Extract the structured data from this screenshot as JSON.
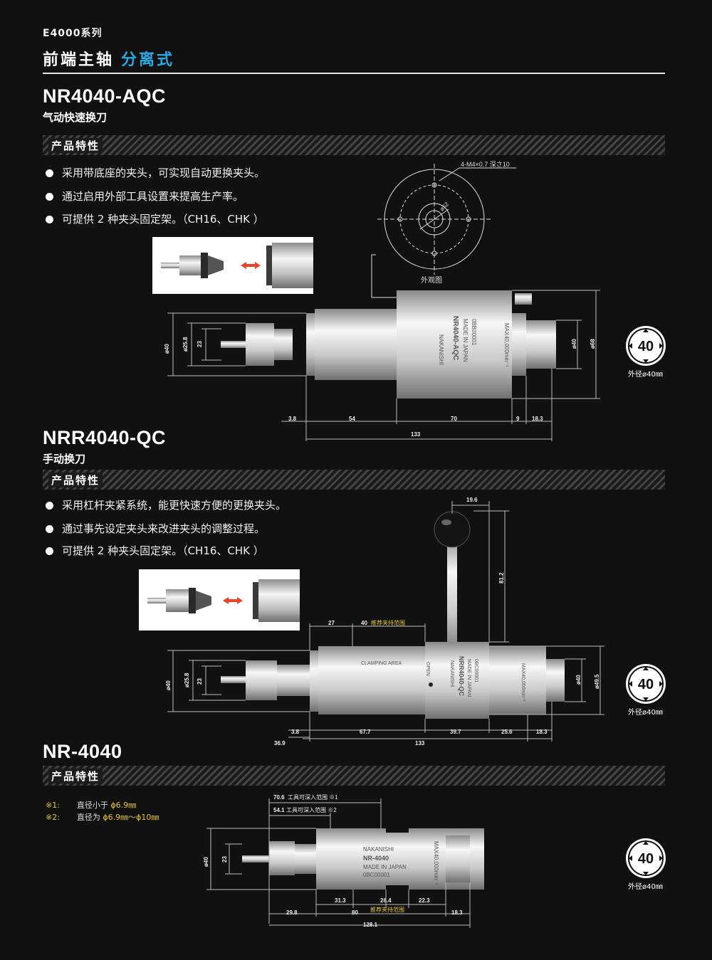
{
  "header": {
    "series": "E4000系列",
    "title": "前端主轴",
    "title_accent": "分离式"
  },
  "products": [
    {
      "model": "NR4040-AQC",
      "subtitle": "气动快速换刀",
      "features_title": "产品特性",
      "features": [
        "采用带底座的夹头，可实现自动更换夹头。",
        "通过启用外部工具设置来提高生产率。",
        "可提供 2 种夹头固定架。（CH16、CHK ）"
      ],
      "drawing": {
        "top_note": "4-M4×0.7 深さ10",
        "circle_dim": "ø52",
        "view_label": "外观图",
        "body_marks": [
          "NAKANISHI",
          "NR4040-AQC",
          "MADE IN JAPAN",
          "0BB00001",
          "MAX40,000min⁻¹"
        ],
        "dims": {
          "d40": "ø40",
          "d25_8": "ø25.8",
          "d23": "23",
          "d40r": "ø40",
          "d68": "ø68",
          "a": "3.8",
          "b": "54",
          "c": "70",
          "d": "9",
          "e": "18.3",
          "total": "133"
        }
      },
      "badge": {
        "value": "40",
        "caption": "外径ø40㎜"
      }
    },
    {
      "model": "NRR4040-QC",
      "subtitle": "手动换刀",
      "features_title": "产品特性",
      "features": [
        "采用杠杆夹紧系统，能更快速方便的更换夹头。",
        "通过事先设定夹头来改进夹头的调整过程。",
        "可提供 2 种夹头固定架。（CH16、CHK ）"
      ],
      "drawing": {
        "body_marks": [
          "NAKANISHI",
          "NRR4040-QC",
          "MADE IN JAPAN",
          "0BC00001",
          "MAX40,000min⁻¹",
          "CLAMPING AREA",
          "OPEN"
        ],
        "dims": {
          "lever_w": "19.6",
          "lever_h": "81.2",
          "top_a": "27",
          "top_b": "40",
          "top_b_note": "推荐夹持范围",
          "d40": "ø40",
          "d25_8": "ø25.8",
          "d23": "23",
          "d40r": "ø40",
          "d49_5": "ø49.5",
          "a": "3.8",
          "b": "67.7",
          "c": "39.7",
          "d": "25.6",
          "e": "18.3",
          "f": "36.9",
          "total": "133"
        }
      },
      "badge": {
        "value": "40",
        "caption": "外径ø40㎜"
      }
    },
    {
      "model": "NR-4040",
      "features_title": "产品特性",
      "notes": [
        {
          "mark": "※1:",
          "label": "直径小于",
          "value": "ϕ6.9㎜"
        },
        {
          "mark": "※2:",
          "label": "直径为",
          "value": "ϕ6.9㎜～ϕ10㎜"
        }
      ],
      "drawing": {
        "body_marks": [
          "NAKANISHI",
          "NR-4040",
          "MADE IN JAPAN",
          "0BC00001",
          "MAX40,000min⁻¹"
        ],
        "dims": {
          "top1": "70.6",
          "top1_note": "工具可深入范围 ※1",
          "top2": "54.1",
          "top2_note": "工具可深入范围 ※2",
          "d40": "ø40",
          "d23": "23",
          "a": "31.3",
          "b": "26.4",
          "c": "22.3",
          "d": "29.8",
          "e": "80",
          "e_note": "推荐夹持范围",
          "f": "18.3",
          "total": "128.1"
        }
      },
      "badge": {
        "value": "40",
        "caption": "外径ø40㎜"
      }
    }
  ],
  "colors": {
    "accent": "#29a9e0",
    "background": "#111111",
    "arrow": "#e8442a",
    "note": "#e8c83a"
  }
}
